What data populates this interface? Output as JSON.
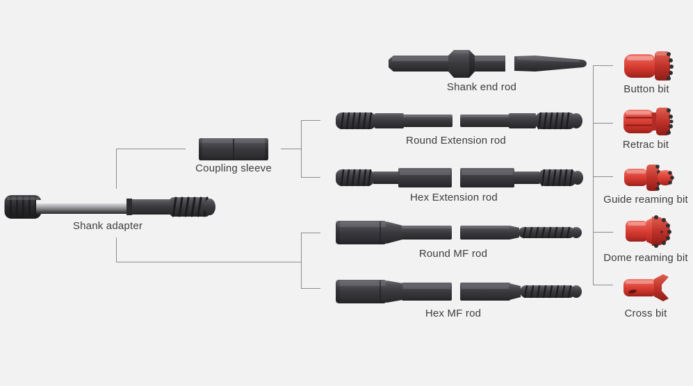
{
  "canvas": {
    "background": "#f2f2f3",
    "connector_color": "#8b8b8b",
    "label_color": "#3c3c3c",
    "steel_color": "#3a3a3e",
    "chrome_color": "#c9c9cb",
    "bit_red_color": "#d63b31"
  },
  "components": {
    "shank_adapter": {
      "label": "Shank adapter"
    },
    "coupling_sleeve": {
      "label": "Coupling sleeve"
    },
    "rods": [
      {
        "label": "Shank end rod"
      },
      {
        "label": "Round Extension rod"
      },
      {
        "label": "Hex Extension rod"
      },
      {
        "label": "Round MF rod"
      },
      {
        "label": "Hex MF rod"
      }
    ],
    "bits": [
      {
        "label": "Button bit"
      },
      {
        "label": "Retrac bit"
      },
      {
        "label": "Guide reaming bit"
      },
      {
        "label": "Dome reaming bit"
      },
      {
        "label": "Cross bit"
      }
    ]
  }
}
